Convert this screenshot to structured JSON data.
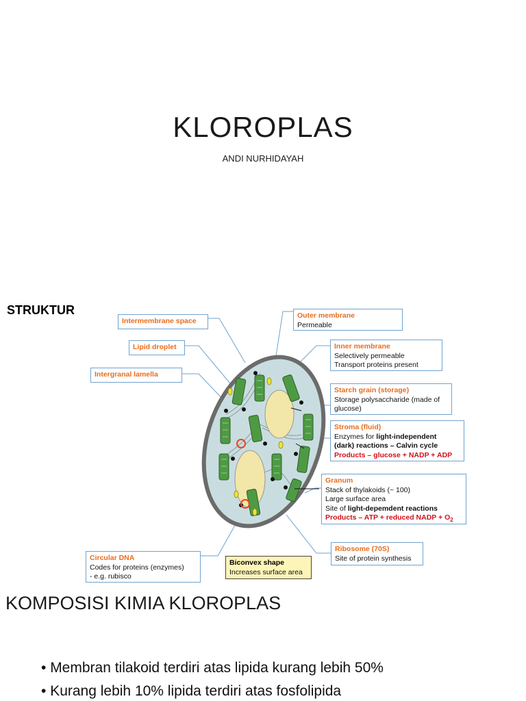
{
  "slide1": {
    "title": "KLOROPLAS",
    "author": "ANDI NURHIDAYAH"
  },
  "slide2": {
    "heading": "STRUKTUR",
    "labels": {
      "intermembrane": {
        "title": "Intermembrane space"
      },
      "lipid": {
        "title": "Lipid droplet"
      },
      "lamella": {
        "title": "Intergranal lamella"
      },
      "outer": {
        "title": "Outer membrane",
        "lines": [
          "Permeable"
        ]
      },
      "inner": {
        "title": "Inner membrane",
        "lines": [
          "Selectively permeable",
          "Transport proteins present"
        ]
      },
      "starch": {
        "title": "Starch grain (storage)",
        "lines": [
          "Storage polysaccharide (made of",
          "glucose)"
        ]
      },
      "stroma": {
        "title": "Stroma (fluid)",
        "l1a": "Enzymes for ",
        "l1b": "light-independent",
        "l2": "(dark) reactions – Calvin cycle",
        "l3": "Products – glucose + NADP + ADP"
      },
      "granum": {
        "title": "Granum",
        "l1": "Stack of thylakoids (~ 100)",
        "l2": "Large surface area",
        "l3a": "Site of ",
        "l3b": "light-depemdent reactions",
        "l4": "Products – ATP + reduced NADP + O",
        "l4sub": "2"
      },
      "ribosome": {
        "title": "Ribosome (70S)",
        "lines": [
          "Site of protein synthesis"
        ]
      },
      "dna": {
        "title": "Circular DNA",
        "lines": [
          "Codes for proteins (enzymes)",
          "- e.g. rubisco"
        ]
      },
      "biconvex": {
        "title": "Biconvex shape",
        "lines": [
          "Increases surface area"
        ]
      }
    },
    "colors": {
      "label_title": "#e86d1f",
      "label_border": "#6fa3cf",
      "red_text": "#d0121b",
      "granum_green": "#4e9a44",
      "cell_fill": "#c9dde0",
      "cell_border": "#6b6b6b",
      "starch_fill": "#f2e6a8"
    }
  },
  "slide3": {
    "heading": "KOMPOSISI KIMIA KLOROPLAS",
    "bullets": [
      "Membran tilakoid terdiri atas lipida kurang lebih 50%",
      "Kurang lebih 10% lipida terdiri atas fosfolipida"
    ]
  }
}
